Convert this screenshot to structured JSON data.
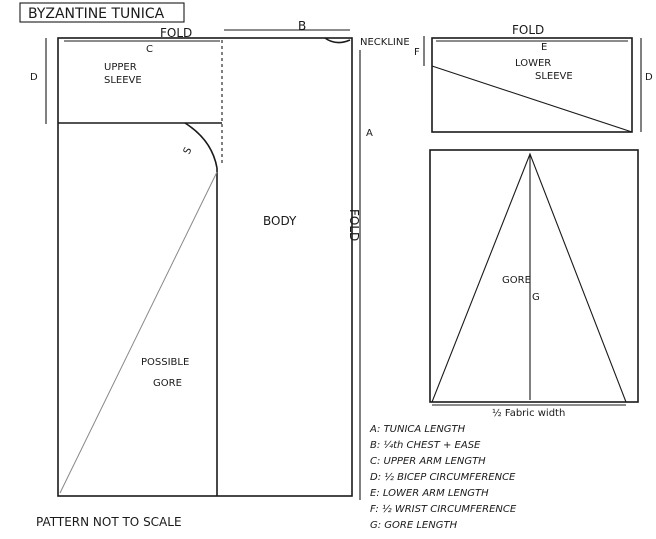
{
  "title": "BYZANTINE TUNICA",
  "note": "PATTERN NOT TO SCALE",
  "main": {
    "fold_top": "FOLD",
    "fold_side": "FOLD",
    "label_a": "A",
    "label_b": "B",
    "label_c": "C",
    "label_d": "D",
    "neckline": "NECKLINE",
    "upper_sleeve": [
      "UPPER",
      "SLEEVE"
    ],
    "body": "BODY",
    "possible_gore": [
      "POSSIBLE",
      "GORE"
    ],
    "curve_mark": "S"
  },
  "lower_sleeve": {
    "fold": "FOLD",
    "label_e": "E",
    "label_f": "F",
    "label_d": "D",
    "name": [
      "LOWER",
      "SLEEVE"
    ]
  },
  "gore": {
    "name": "GORE",
    "label_g": "G",
    "width_label": "½ Fabric width"
  },
  "key": [
    "A: TUNICA LENGTH",
    "B: ¼th CHEST + EASE",
    "C: UPPER ARM LENGTH",
    "D: ½ BICEP CIRCUMFERENCE",
    "E: LOWER ARM LENGTH",
    "F: ½ WRIST CIRCUMFERENCE",
    "G: GORE LENGTH"
  ]
}
